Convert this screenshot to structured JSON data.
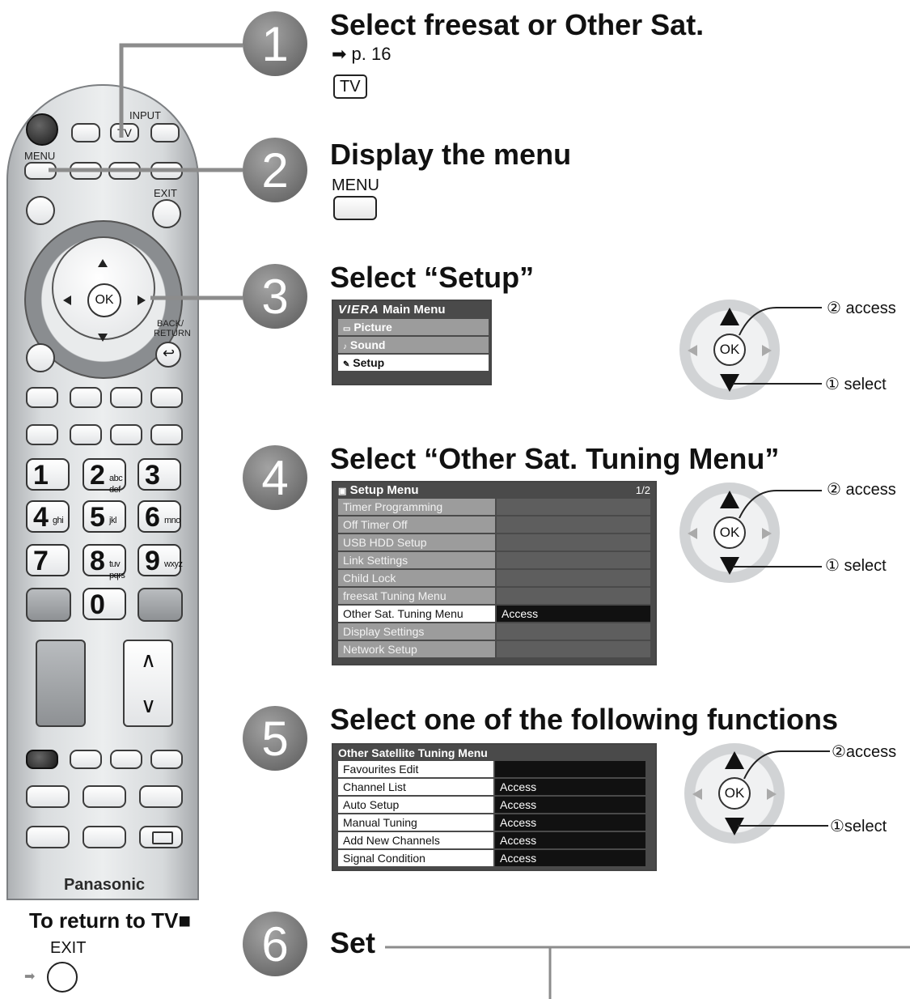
{
  "remote": {
    "input_label": "INPUT",
    "tv_label": "TV",
    "menu_label": "MENU",
    "exit_label": "EXIT",
    "ok_label": "OK",
    "back_label": "BACK/",
    "return_label": "RETURN",
    "keys": [
      {
        "big": "1",
        "small": ""
      },
      {
        "big": "2",
        "small": "abc def"
      },
      {
        "big": "3",
        "small": ""
      },
      {
        "big": "4",
        "small": "ghi"
      },
      {
        "big": "5",
        "small": "jkl"
      },
      {
        "big": "6",
        "small": "mno"
      },
      {
        "big": "7",
        "small": ""
      },
      {
        "big": "8",
        "small": "tuv pqrs"
      },
      {
        "big": "9",
        "small": "wxyz"
      }
    ],
    "zero": "0",
    "up_glyph": "∧",
    "down_glyph": "∨",
    "brand": "Panasonic"
  },
  "return_tv": {
    "text": "To return to TV■",
    "exit_label": "EXIT"
  },
  "step1": {
    "num": "1",
    "title": "Select freesat or Other Sat.",
    "ref": "➡ p. 16",
    "button": "TV"
  },
  "step2": {
    "num": "2",
    "title": "Display the menu",
    "button": "MENU"
  },
  "step3": {
    "num": "3",
    "title": "Select “Setup”",
    "menu_brand": "VIERA",
    "menu_title": "Main Menu",
    "items": [
      "Picture",
      "Sound",
      "Setup"
    ]
  },
  "step4": {
    "num": "4",
    "title": "Select “Other Sat. Tuning Menu”",
    "menu_title": "Setup Menu",
    "page": "1/2",
    "items": [
      {
        "label": "Timer Programming",
        "value": ""
      },
      {
        "label": "Off Timer Off",
        "value": ""
      },
      {
        "label": "USB HDD Setup",
        "value": ""
      },
      {
        "label": "Link Settings",
        "value": ""
      },
      {
        "label": "Child Lock",
        "value": ""
      },
      {
        "label": "freesat Tuning Menu",
        "value": ""
      },
      {
        "label": "Other Sat. Tuning Menu",
        "value": "Access"
      },
      {
        "label": "Display Settings",
        "value": ""
      },
      {
        "label": "Network Setup",
        "value": ""
      }
    ]
  },
  "step5": {
    "num": "5",
    "title": "Select one of the following functions",
    "menu_title": "Other Satellite Tuning Menu",
    "items": [
      {
        "label": "Favourites Edit",
        "value": ""
      },
      {
        "label": "Channel List",
        "value": "Access"
      },
      {
        "label": "Auto Setup",
        "value": "Access"
      },
      {
        "label": "Manual Tuning",
        "value": "Access"
      },
      {
        "label": "Add New Channels",
        "value": "Access"
      },
      {
        "label": "Signal Condition",
        "value": "Access"
      }
    ]
  },
  "step6": {
    "num": "6",
    "title": "Set"
  },
  "ok_diagrams": {
    "ok": "OK",
    "access": "② access",
    "select": "① select",
    "access_tight": "②access",
    "select_tight": "①select"
  },
  "colors": {
    "menu_bg": "#4a4a4a",
    "row_bg": "#9c9c9c",
    "highlight_bg": "#ffffff",
    "value_bg": "#111111",
    "circle": "#7a7a7a"
  }
}
